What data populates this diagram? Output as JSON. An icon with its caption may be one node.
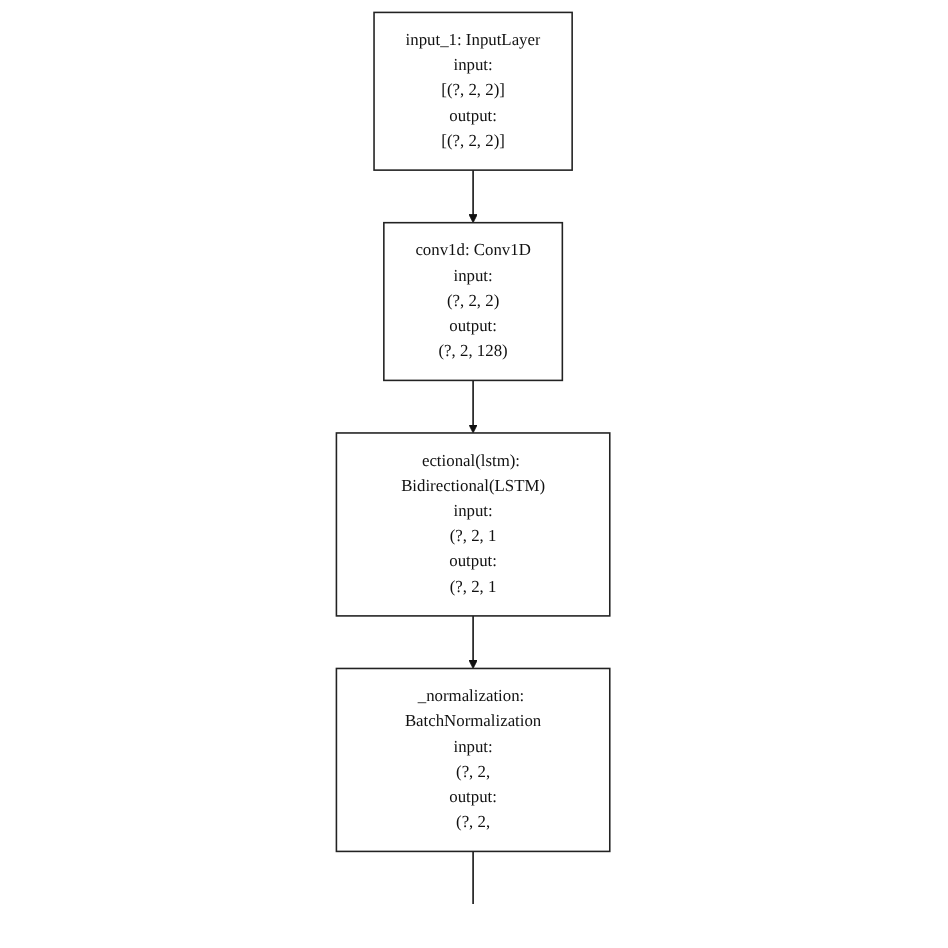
{
  "diagram": {
    "nodes": [
      {
        "text": [
          "input_1: InputLayer",
          "input:",
          "[(?, 2, 2)]",
          "output:",
          "[(?, 2, 2)]"
        ]
      },
      {
        "text": [
          "conv1d: Conv1D",
          "input:",
          "(?, 2, 2)",
          "output:",
          "(?, 2, 128)"
        ]
      },
      {
        "text": [
          "ectional(lstm): Bidirectional(LSTM)",
          "input:",
          "(?, 2, 1",
          "output:",
          "(?, 2, 1"
        ]
      },
      {
        "text": [
          "_normalization: BatchNormalization",
          "input:",
          "(?, 2,",
          "output:",
          "(?, 2,"
        ]
      }
    ],
    "edges": [
      {
        "from": 0,
        "to": 1,
        "arrow": "to"
      },
      {
        "from": 1,
        "to": 2,
        "arrow": "to"
      },
      {
        "from": 2,
        "to": 3,
        "arrow": "to"
      },
      {
        "from": 3,
        "to": null,
        "arrow": "none"
      }
    ]
  }
}
